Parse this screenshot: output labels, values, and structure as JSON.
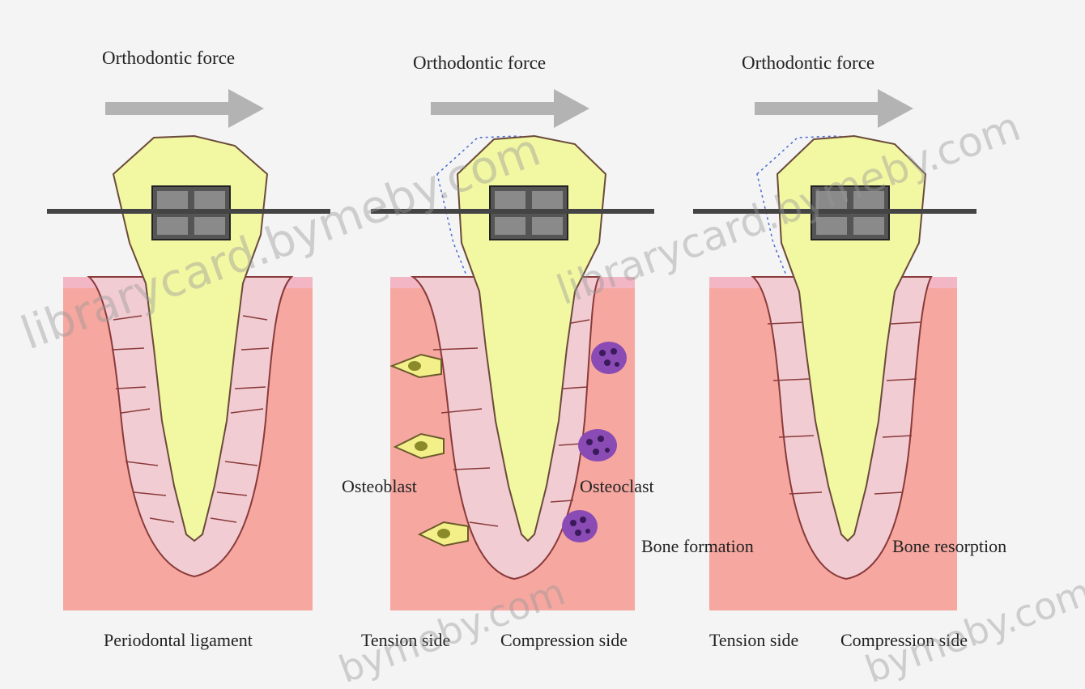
{
  "panels": [
    {
      "title": "Orthodontic force",
      "bottom_labels": [
        "Periodontal ligament"
      ]
    },
    {
      "title": "Orthodontic force",
      "cell_labels": [
        "Osteoblast",
        "Osteoclast"
      ],
      "bottom_labels": [
        "Tension side",
        "Compression side"
      ]
    },
    {
      "title": "Orthodontic force",
      "process_labels": [
        "Bone formation",
        "Bone resorption"
      ],
      "bottom_labels": [
        "Tension side",
        "Compression side"
      ]
    }
  ],
  "watermark": {
    "text_1": "librarycard.bymeby.com",
    "text_2": "librarycard.bymeby.com",
    "text_3": "bymeby.com",
    "text_4": "bymeby.com"
  },
  "colors": {
    "bone": "#f4a6a0",
    "tooth": "#f2f7a0",
    "pdl": "#f0cfd6",
    "arrow": "#b0b0b0",
    "osteoblast": "#f4f28c",
    "osteoclast": "#8a4bb5"
  }
}
